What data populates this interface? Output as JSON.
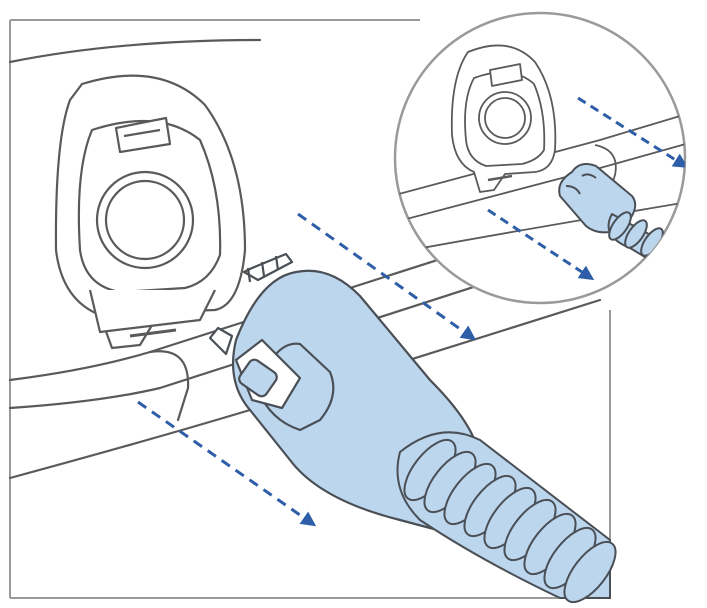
{
  "figure": {
    "kind": "line-illustration",
    "text_labels": [],
    "colors": {
      "outline": "#5a5a5a",
      "frame": "#9a9a9a",
      "tube_fill": "#bcd6ee",
      "tube_stroke": "#4a4f55",
      "arrow": "#2e5ea8",
      "background": "#ffffff"
    },
    "icons": [
      "air-outlet-port",
      "heated-tube-connector",
      "direction-arrow",
      "standard-tube-connector"
    ]
  }
}
